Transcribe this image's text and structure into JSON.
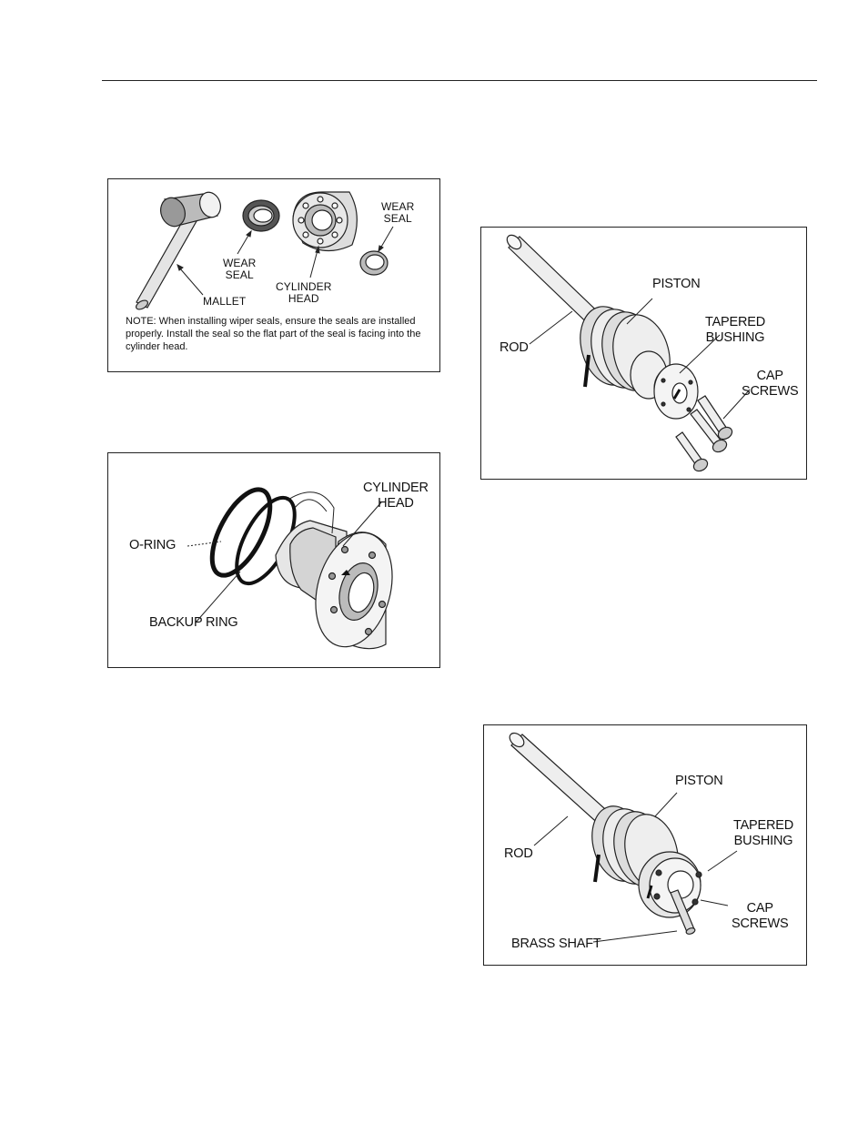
{
  "figures": {
    "wiper_seals": {
      "mallet": "MALLET",
      "wear_seal_left": [
        "WEAR",
        "SEAL"
      ],
      "cylinder_head": [
        "CYLINDER",
        "HEAD"
      ],
      "wear_seal_right": [
        "WEAR",
        "SEAL"
      ],
      "note": "NOTE: When installing wiper seals, ensure the seals are installed properly. Install the seal so the flat part of the seal is facing into the cylinder head."
    },
    "o_rings": {
      "cylinder_head": [
        "CYLINDER",
        "HEAD"
      ],
      "o_ring": "O-RING",
      "backup_ring": "BACKUP RING"
    },
    "piston_cap_screws": {
      "rod": "ROD",
      "piston": "PISTON",
      "tapered_bushing": [
        "TAPERED",
        "BUSHING"
      ],
      "cap_screws": [
        "CAP",
        "SCREWS"
      ]
    },
    "piston_brass_shaft": {
      "rod": "ROD",
      "piston": "PISTON",
      "tapered_bushing": [
        "TAPERED",
        "BUSHING"
      ],
      "cap_screws": [
        "CAP",
        "SCREWS"
      ],
      "brass_shaft": "BRASS SHAFT"
    }
  }
}
